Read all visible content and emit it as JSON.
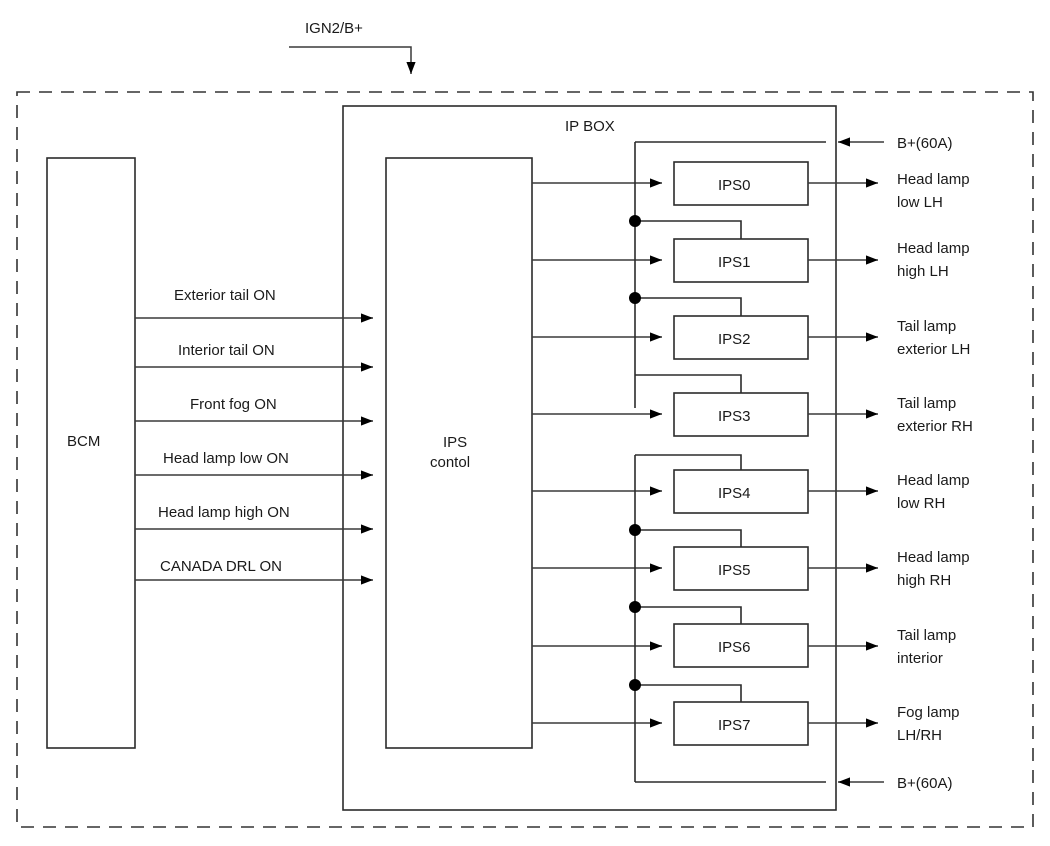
{
  "diagram": {
    "title_top": "IGN2/B+",
    "ip_box_label": "IP BOX",
    "bcm_label": "BCM",
    "ips_control_label_line1": "IPS",
    "ips_control_label_line2": "contol",
    "power_top_label": "B+(60A)",
    "power_bottom_label": "B+(60A)",
    "colors": {
      "line": "#3a3a3a",
      "box_stroke": "#2b2b2b",
      "frame_stroke": "#333333",
      "text": "#1a1a1a",
      "node": "#000000",
      "background": "#ffffff"
    },
    "inputs": [
      {
        "label": "Exterior tail ON"
      },
      {
        "label": "Interior tail ON"
      },
      {
        "label": "Front fog ON"
      },
      {
        "label": "Head lamp low ON"
      },
      {
        "label": "Head lamp high ON"
      },
      {
        "label": "CANADA DRL ON"
      }
    ],
    "ips_channels": [
      {
        "name": "IPS0",
        "out_line1": "Head lamp",
        "out_line2": "low LH"
      },
      {
        "name": "IPS1",
        "out_line1": "Head lamp",
        "out_line2": "high LH"
      },
      {
        "name": "IPS2",
        "out_line1": "Tail lamp",
        "out_line2": "exterior LH"
      },
      {
        "name": "IPS3",
        "out_line1": "Tail lamp",
        "out_line2": "exterior RH"
      },
      {
        "name": "IPS4",
        "out_line1": "Head lamp",
        "out_line2": "low RH"
      },
      {
        "name": "IPS5",
        "out_line1": "Head lamp",
        "out_line2": "high RH"
      },
      {
        "name": "IPS6",
        "out_line1": "Tail lamp",
        "out_line2": "interior"
      },
      {
        "name": "IPS7",
        "out_line1": "Fog lamp",
        "out_line2": "LH/RH"
      }
    ]
  }
}
